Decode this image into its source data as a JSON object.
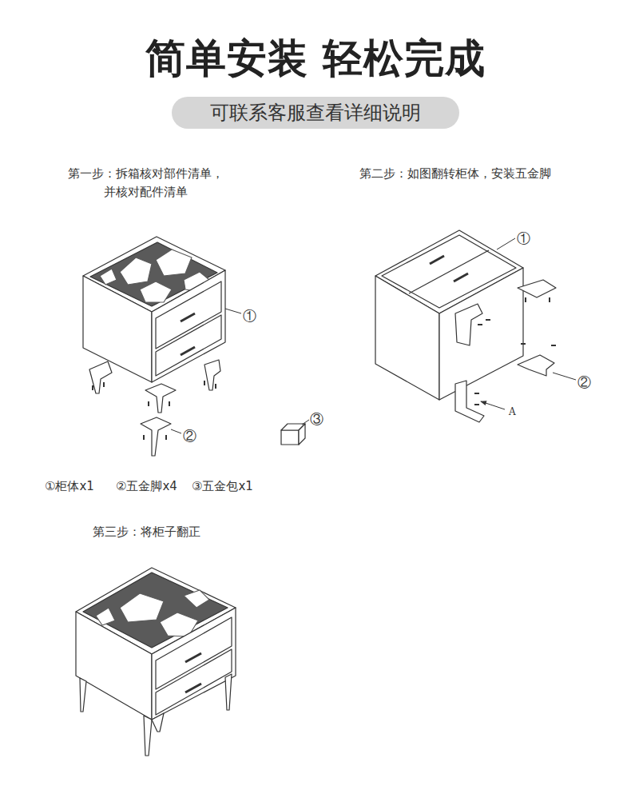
{
  "diagram": {
    "title": "简单安装 轻松完成",
    "nodes": [
      {
        "text": [
          "可联系客服查看详细说明"
        ]
      }
    ],
    "labels": [
      "第一步：拆箱核对部件清单， 并核对配件清单",
      "第二步：如图翻转柜体，安装五金脚",
      "①",
      "②",
      "③",
      "①",
      "②",
      "A",
      "①柜体x1",
      "②五金脚x4",
      "③五金包x1",
      "第三步：将柜子翻正"
    ]
  }
}
